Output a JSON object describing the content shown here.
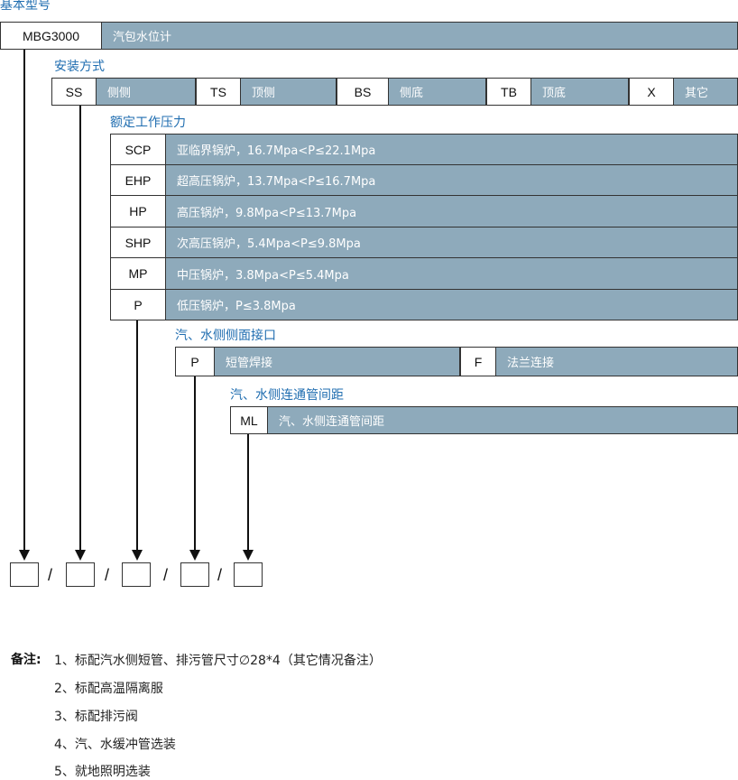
{
  "basic": {
    "title": "基本型号",
    "code": "MBG3000",
    "desc": "汽包水位计"
  },
  "mounting": {
    "title": "安装方式",
    "options": [
      {
        "code": "SS",
        "desc": "侧侧"
      },
      {
        "code": "TS",
        "desc": "顶侧"
      },
      {
        "code": "BS",
        "desc": "侧底"
      },
      {
        "code": "TB",
        "desc": "顶底"
      },
      {
        "code": "X",
        "desc": "其它"
      }
    ]
  },
  "pressure": {
    "title": "额定工作压力",
    "options": [
      {
        "code": "SCP",
        "desc": "亚临界锅炉，16.7Mpa<P≤22.1Mpa"
      },
      {
        "code": "EHP",
        "desc": "超高压锅炉，13.7Mpa<P≤16.7Mpa"
      },
      {
        "code": "HP",
        "desc": "高压锅炉，9.8Mpa<P≤13.7Mpa"
      },
      {
        "code": "SHP",
        "desc": "次高压锅炉，5.4Mpa<P≤9.8Mpa"
      },
      {
        "code": "MP",
        "desc": "中压锅炉，3.8Mpa<P≤5.4Mpa"
      },
      {
        "code": "P",
        "desc": "低压锅炉，P≤3.8Mpa"
      }
    ]
  },
  "interface": {
    "title": "汽、水侧侧面接口",
    "options": [
      {
        "code": "P",
        "desc": "短管焊接"
      },
      {
        "code": "F",
        "desc": "法兰连接"
      }
    ]
  },
  "spacing": {
    "title": "汽、水侧连通管间距",
    "options": [
      {
        "code": "ML",
        "desc": "汽、水侧连通管间距"
      }
    ]
  },
  "model_slots": {
    "separator": "/"
  },
  "notes": {
    "label": "备注:",
    "items": [
      "1、标配汽水侧短管、排污管尺寸∅28*4（其它情况备注）",
      "2、标配高温隔离服",
      "3、标配排污阀",
      "4、汽、水缓冲管选装",
      "5、就地照明选装"
    ]
  }
}
